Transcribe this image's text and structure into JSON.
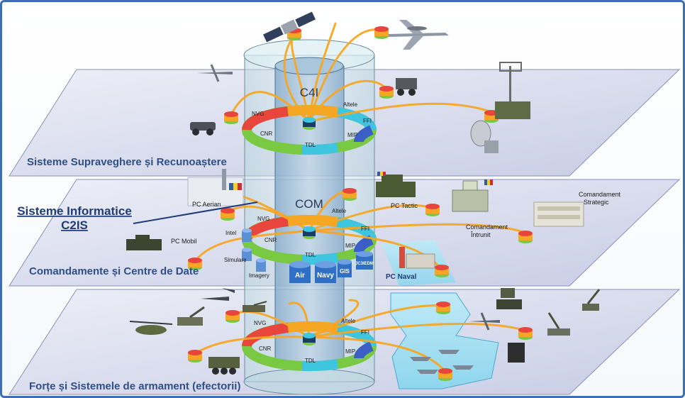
{
  "layers": {
    "top": "Sisteme Supraveghere și Recunoaștere",
    "middle": "Comandamente și Centre de Date",
    "bottom": "Forțe și Sistemele de armament (efectorii)"
  },
  "callout": {
    "line1": "Sisteme Informatice",
    "line2": "C2IS"
  },
  "core_labels": {
    "top": "C4I",
    "middle": "COM"
  },
  "ring_labels": {
    "nvg": "NVG",
    "altele": "Altele",
    "ffi": "FFI",
    "cnr": "CNR",
    "tdl": "TDL",
    "mip": "MIP"
  },
  "middle_nodes": {
    "pc_aerian": "PC Aerian",
    "pc_mobil": "PC Mobil",
    "pc_tactic": "PC Tactic",
    "pc_naval": "PC Naval",
    "comandament_intrunit_1": "Comandament",
    "comandament_intrunit_2": "Întrunit",
    "comandament_strategic_1": "Comandament",
    "comandament_strategic_2": "Strategic"
  },
  "data_services": {
    "intel": "Intel",
    "simulare": "Simulare",
    "imagery": "Imagery",
    "air": "Air",
    "navy": "Navy",
    "gis": "GIS",
    "jc3iedm": "JC3IEDM"
  },
  "colors": {
    "link": "#f5a623",
    "plane": "#cfd3ea",
    "frame": "#3b6fb6",
    "ring_red": "#e8453c",
    "ring_orange": "#f5a623",
    "ring_green": "#7ac943",
    "ring_cyan": "#3ec6e0",
    "ring_blue": "#3b5fc4"
  }
}
